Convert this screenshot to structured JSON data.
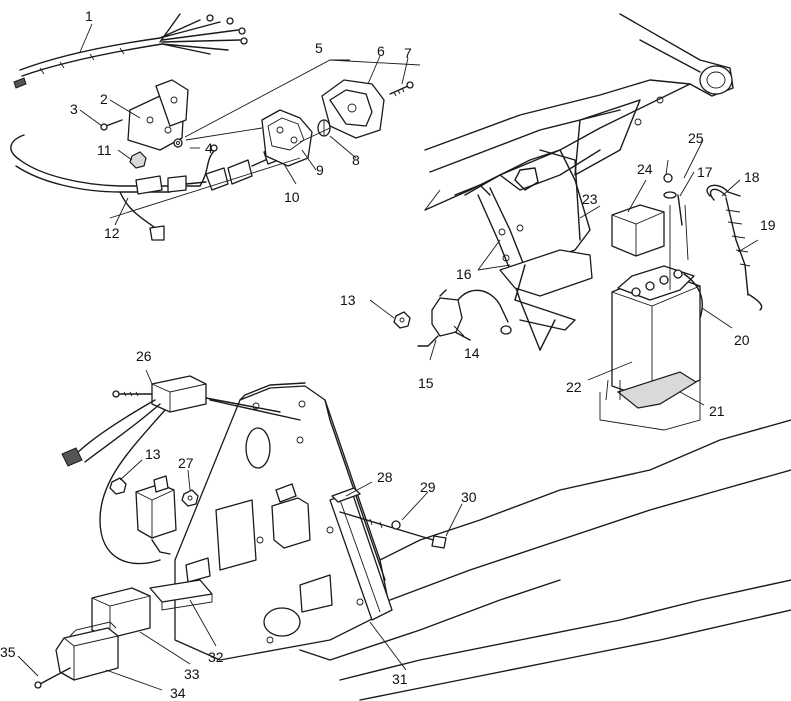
{
  "diagram": {
    "callouts": [
      "1",
      "2",
      "3",
      "4",
      "5",
      "6",
      "7",
      "8",
      "9",
      "10",
      "11",
      "12",
      "13",
      "14",
      "15",
      "16",
      "17",
      "18",
      "19",
      "20",
      "21",
      "22",
      "23",
      "24",
      "25",
      "26",
      "27",
      "28",
      "29",
      "30",
      "31",
      "32",
      "33",
      "34",
      "35"
    ],
    "callout_13_second": "13"
  }
}
